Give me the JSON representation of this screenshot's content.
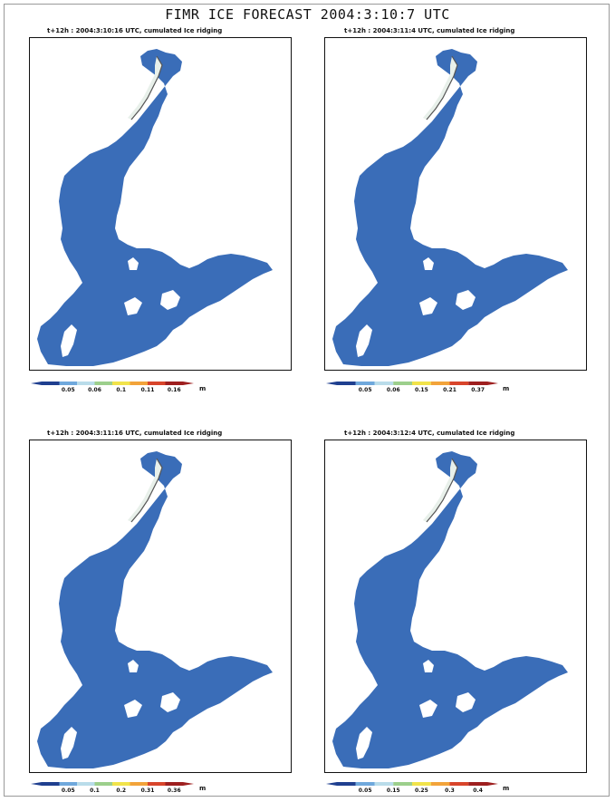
{
  "title": "FIMR ICE FORECAST 2004:3:10:7 UTC",
  "colors": {
    "sea_ice": "#3a6db8",
    "coast_line": "#555555",
    "open_water_strip": "#e8f0ea",
    "frame": "#111111"
  },
  "panels": [
    {
      "title": "t+12h : 2004:3:10:16 UTC, cumulated Ice ridging",
      "colorbar_ticks": [
        "0.05",
        "0.06",
        "0.1",
        "0.11",
        "0.16"
      ],
      "unit": "m"
    },
    {
      "title": "t+12h : 2004:3:11:4 UTC, cumulated Ice ridging",
      "colorbar_ticks": [
        "0.05",
        "0.06",
        "0.15",
        "0.21",
        "0.37"
      ],
      "unit": "m"
    },
    {
      "title": "t+12h : 2004:3:11:16 UTC, cumulated Ice ridging",
      "colorbar_ticks": [
        "0.05",
        "0.1",
        "0.2",
        "0.31",
        "0.36"
      ],
      "unit": "m"
    },
    {
      "title": "t+12h : 2004:3:12:4 UTC, cumulated Ice ridging",
      "colorbar_ticks": [
        "0.05",
        "0.15",
        "0.25",
        "0.3",
        "0.4"
      ],
      "unit": "m"
    }
  ],
  "colorbar_colors": [
    "#1f3f8f",
    "#6fa8dc",
    "#b9dcea",
    "#9ccf8c",
    "#f1e34a",
    "#f2a33a",
    "#d8452b",
    "#9e1f1f"
  ]
}
